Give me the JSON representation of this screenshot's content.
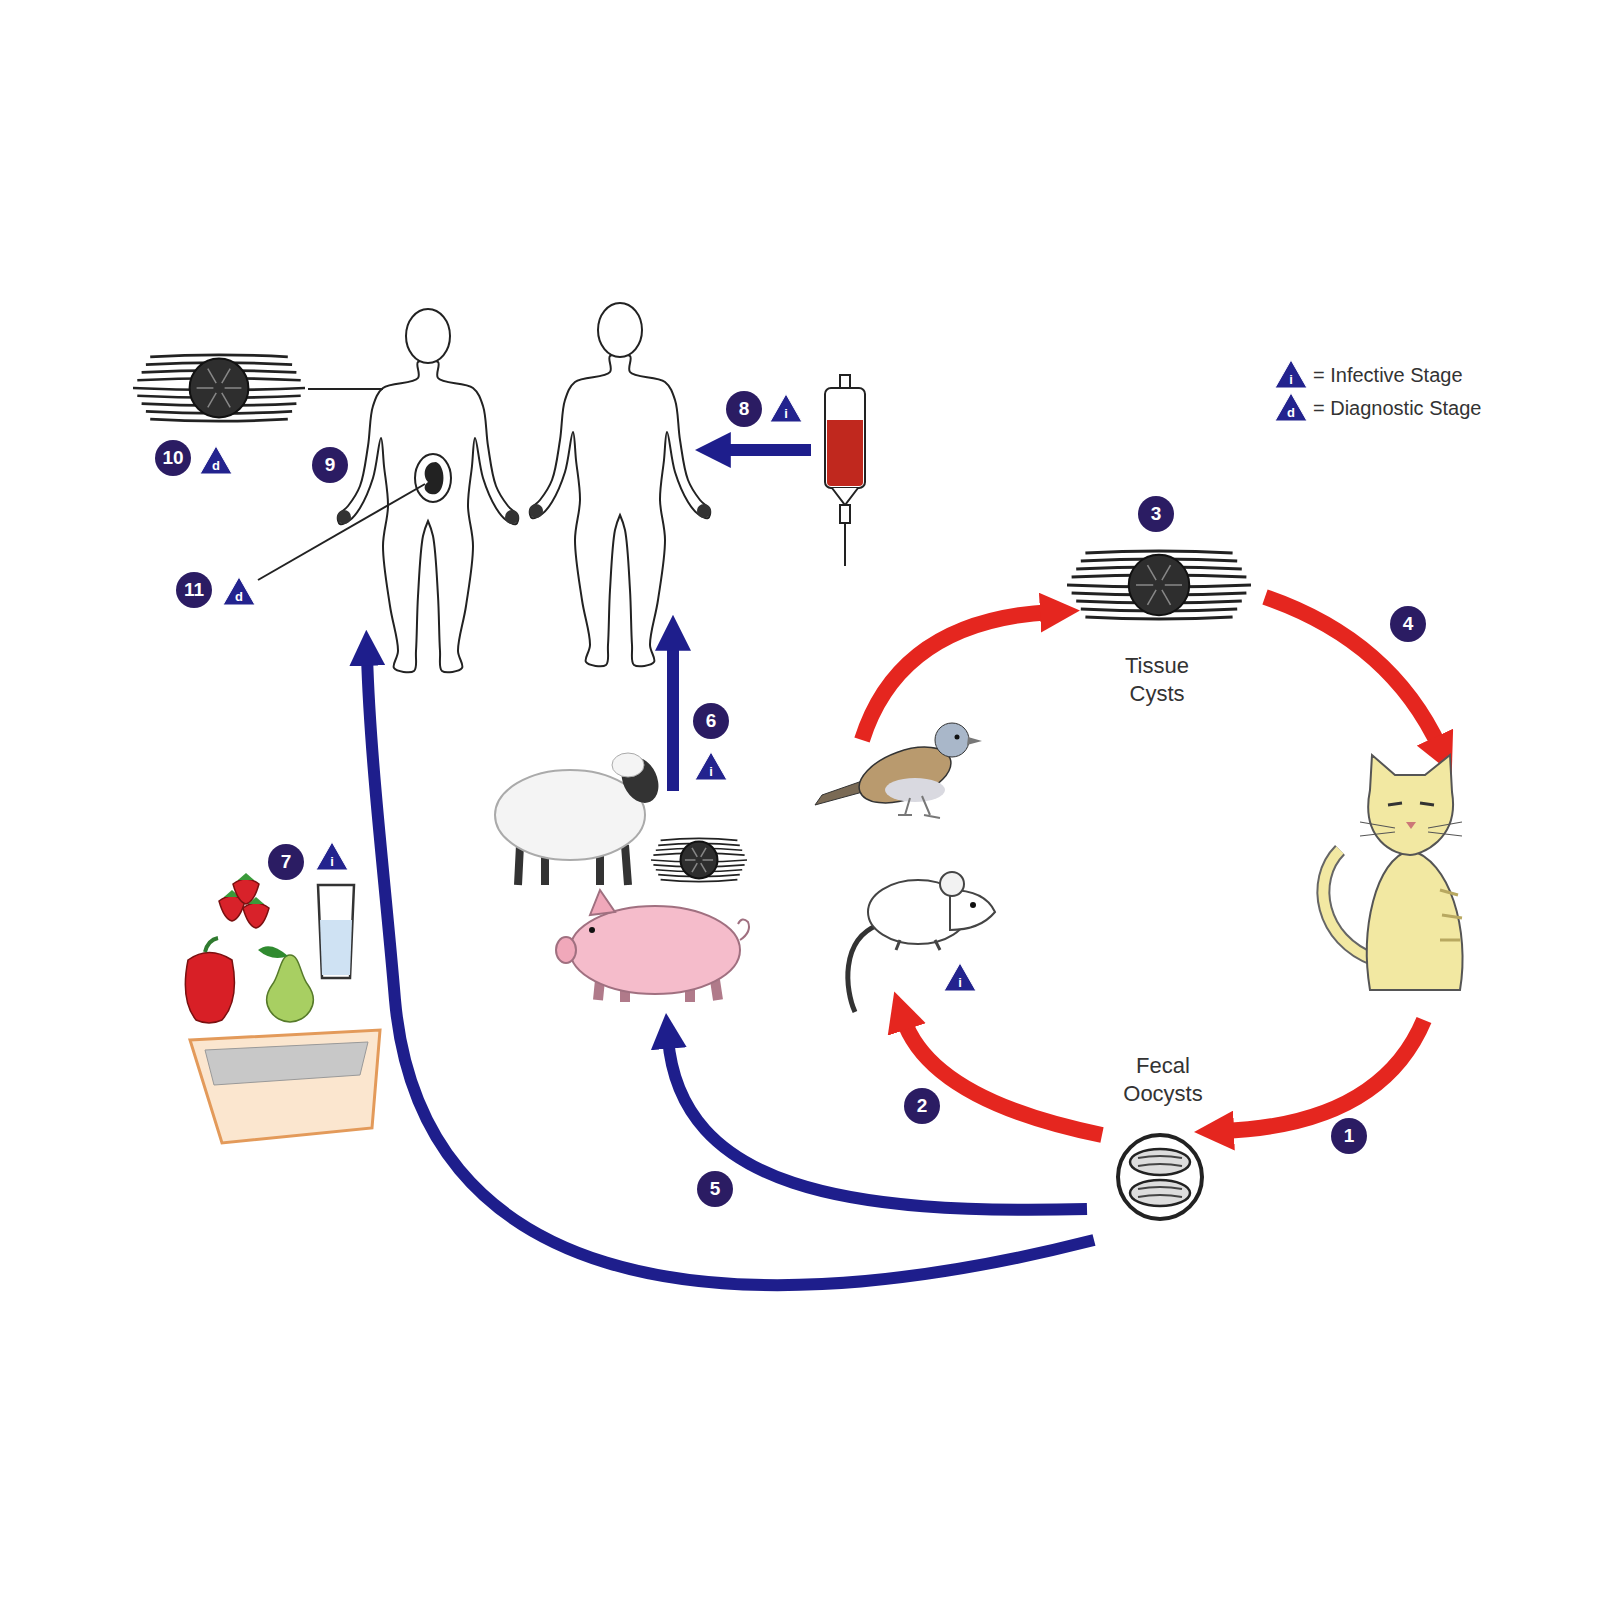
{
  "diagram": {
    "nodes": [
      {
        "text": [
          "Tissue Cysts"
        ]
      },
      {
        "text": [
          "Fecal Oocysts"
        ]
      }
    ],
    "labels": [
      "i",
      "d",
      "8",
      "i",
      "10",
      "d",
      "9",
      "11",
      "d",
      "3",
      "4",
      "6",
      "i",
      "7",
      "i",
      "i",
      "2",
      "1",
      "5"
    ],
    "legend": [
      {
        "text": "= Infective Stage"
      },
      {
        "text": "= Diagnostic Stage"
      }
    ]
  }
}
